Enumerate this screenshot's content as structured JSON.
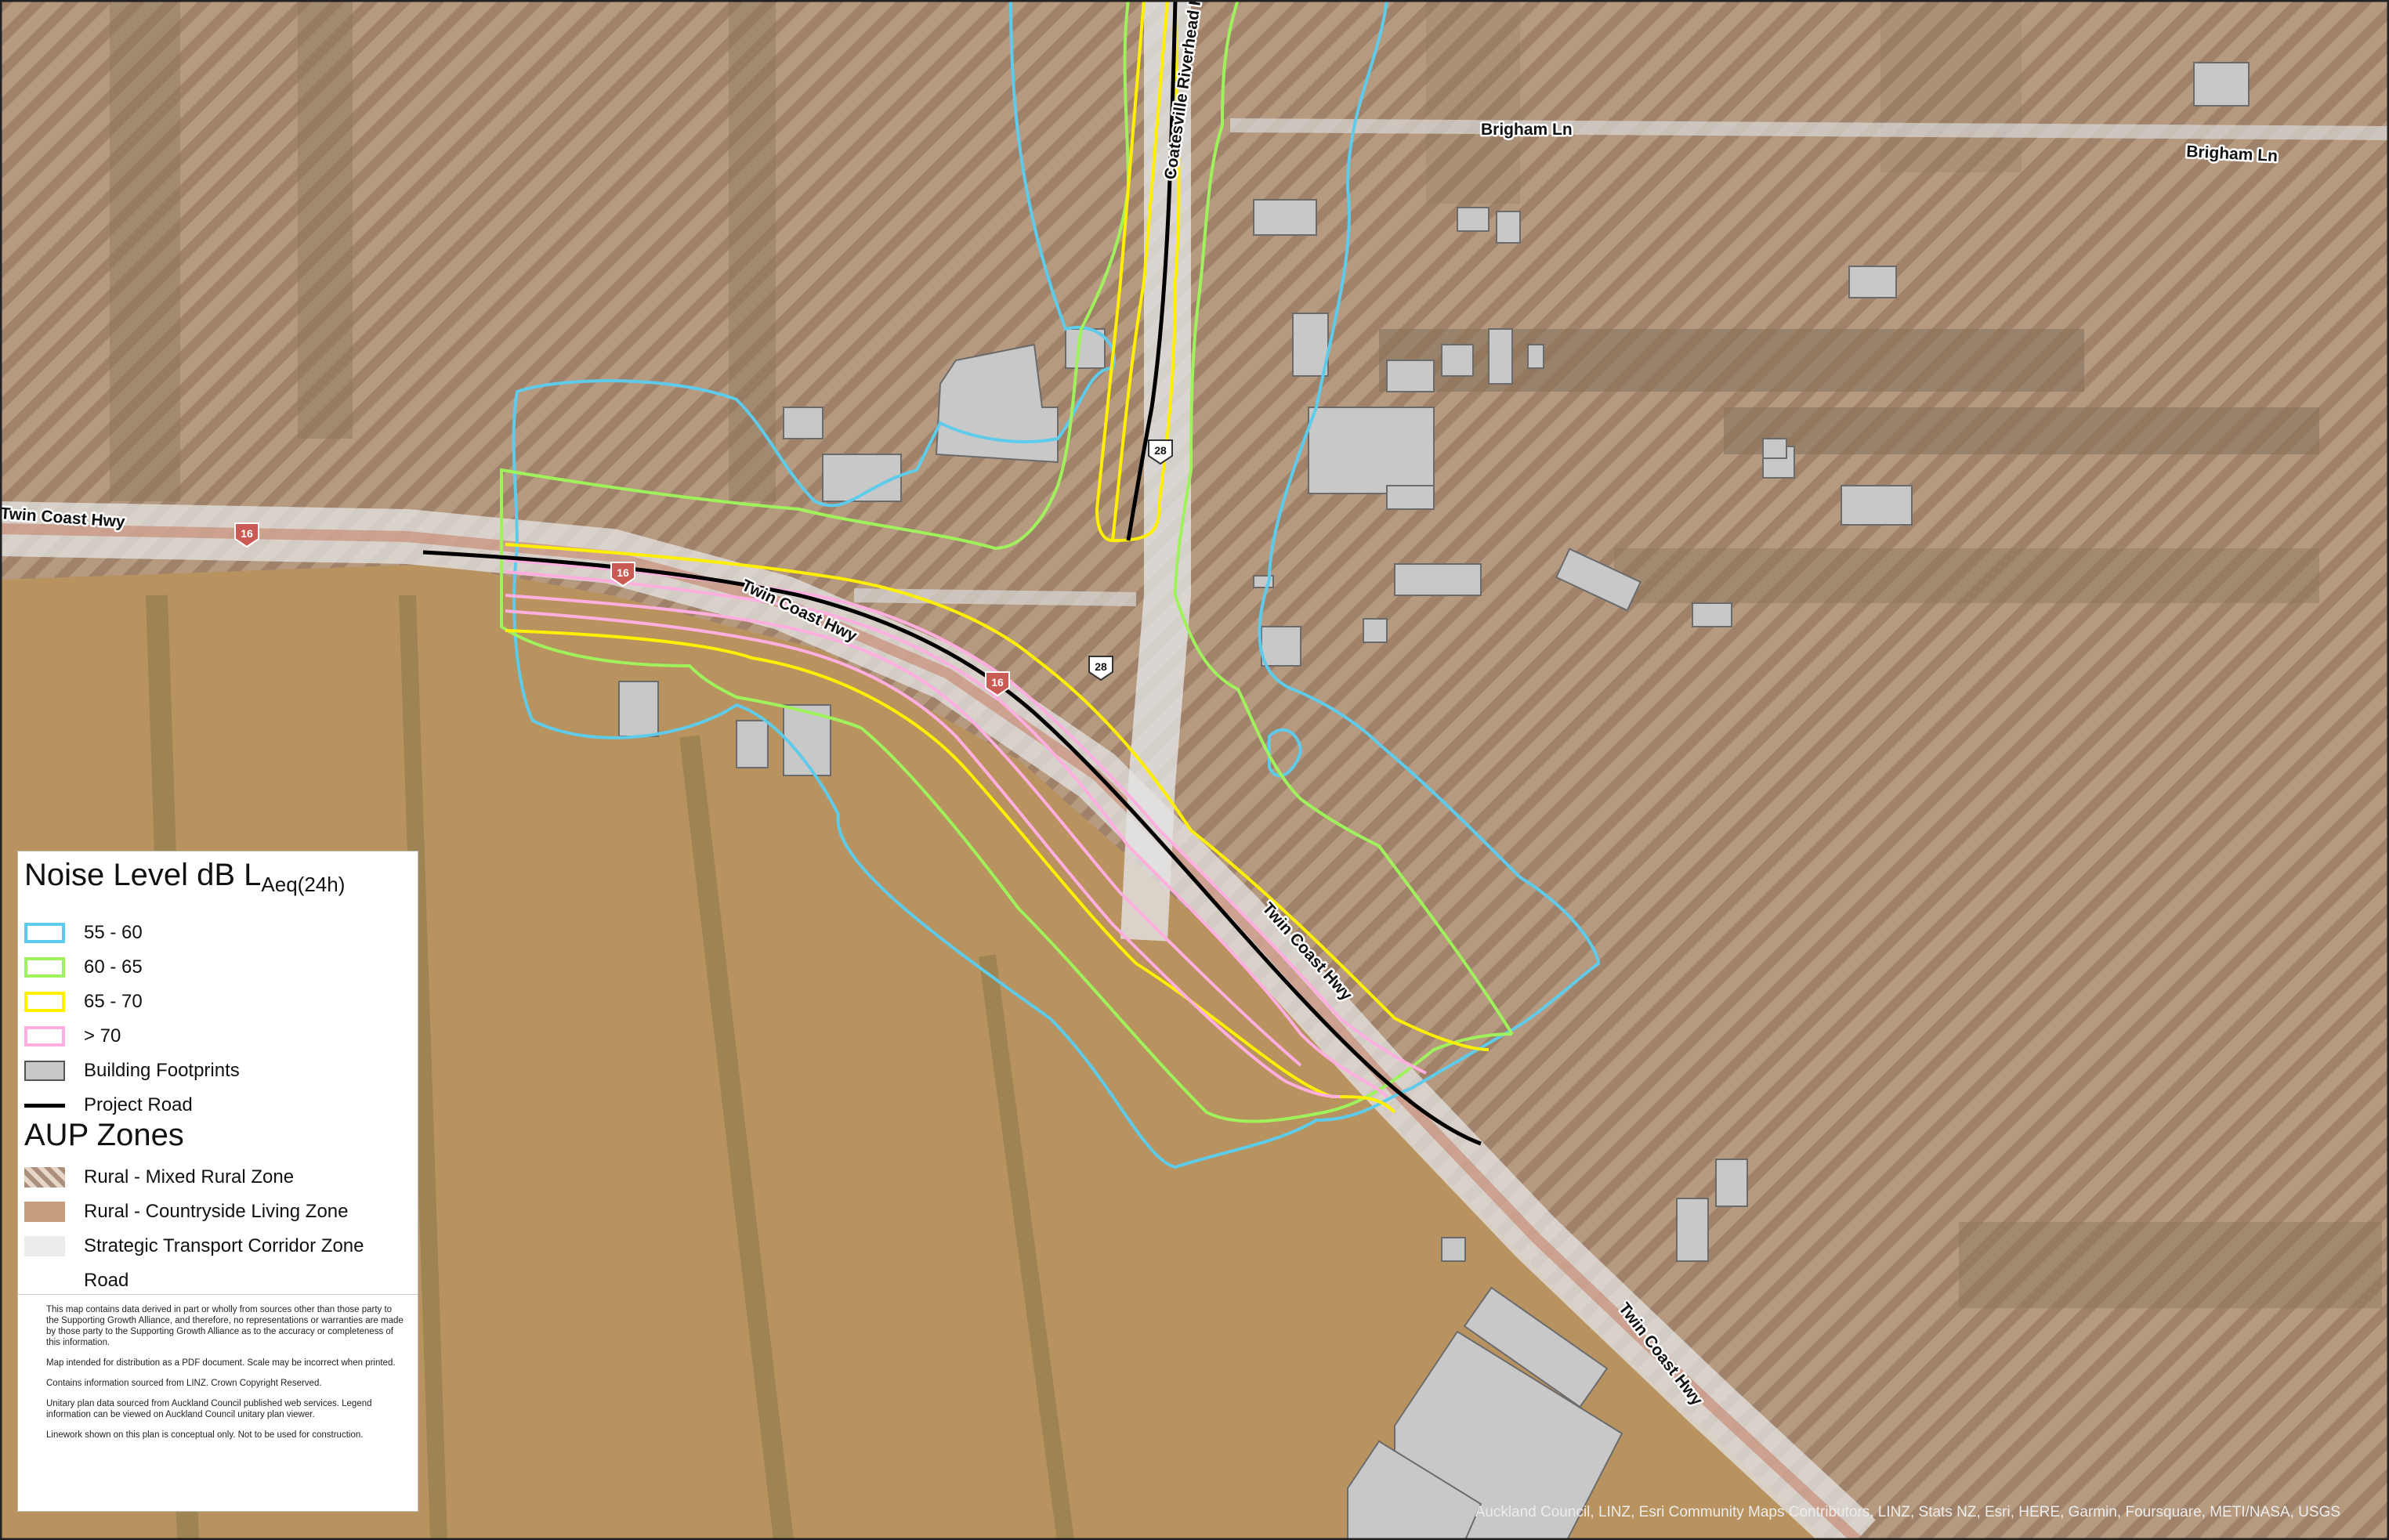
{
  "map": {
    "road_labels": {
      "brigham_1": "Brigham Ln",
      "brigham_2": "Brigham Ln",
      "twin_west": "Twin Coast Hwy",
      "twin_mid": "Twin Coast Hwy",
      "twin_se1": "Twin Coast Hwy",
      "twin_se2": "Twin Coast Hwy",
      "north_road": "Coatesville Riverhead Hwy"
    },
    "shields": {
      "sh16_west": "16",
      "sh16_mid": "16",
      "sh16_east": "16",
      "sh28_north": "28",
      "sh28_south": "28"
    },
    "colors": {
      "contour_55_60": "#5fcbea",
      "contour_60_65": "#9ff25c",
      "contour_65_70": "#ffef00",
      "contour_over_70": "#ffaee0",
      "building_fill": "#c8c8c8",
      "project_road": "#000000",
      "mixed_rural": "#b49272",
      "countryside_living": "#c69d7e",
      "strategic_transport": "#ececec"
    }
  },
  "legend": {
    "noise_title_main": "Noise Level dB L",
    "noise_title_sub": "Aeq(24h)",
    "noise_items": [
      {
        "label": "55 - 60",
        "color": "#5fcbea"
      },
      {
        "label": "60 - 65",
        "color": "#9ff25c"
      },
      {
        "label": "65 - 70",
        "color": "#ffef00"
      },
      {
        "label": "> 70",
        "color": "#ffaee0"
      }
    ],
    "building_label": "Building Footprints",
    "project_road_label": "Project Road",
    "aup_title": "AUP Zones",
    "aup_items": [
      {
        "label": "Rural - Mixed Rural Zone"
      },
      {
        "label": "Rural - Countryside Living Zone"
      },
      {
        "label": "Strategic Transport Corridor Zone"
      },
      {
        "label": "Road"
      }
    ],
    "notes": [
      "This map contains data derived in part or wholly from sources other than those party to the Supporting Growth Alliance, and therefore, no representations or warranties are made by those party to the Supporting Growth Alliance as to the accuracy or completeness of this information.",
      "Map intended for distribution as a PDF document. Scale may be incorrect when printed.",
      "Contains information sourced from LINZ. Crown Copyright Reserved.",
      "Unitary plan data sourced from Auckland Council published web services. Legend information can be viewed on Auckland Council unitary plan viewer.",
      "Linework shown on this plan is conceptual only. Not to be used for construction."
    ]
  },
  "attribution": "Auckland Council, LINZ, Esri Community Maps Contributors, LINZ, Stats NZ, Esri, HERE, Garmin, Foursquare, METI/NASA, USGS"
}
